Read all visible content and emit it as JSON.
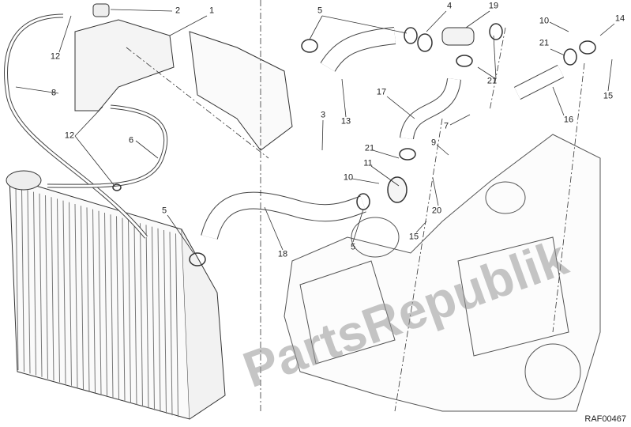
{
  "diagram_code": "RAF00467",
  "watermark": "PartsRepublik",
  "callouts": [
    "1",
    "2",
    "12",
    "8",
    "6",
    "12",
    "5",
    "4",
    "19",
    "10",
    "14",
    "21",
    "21",
    "15",
    "16",
    "13",
    "3",
    "17",
    "7",
    "9",
    "21",
    "11",
    "10",
    "20",
    "15",
    "5",
    "5",
    "18"
  ]
}
